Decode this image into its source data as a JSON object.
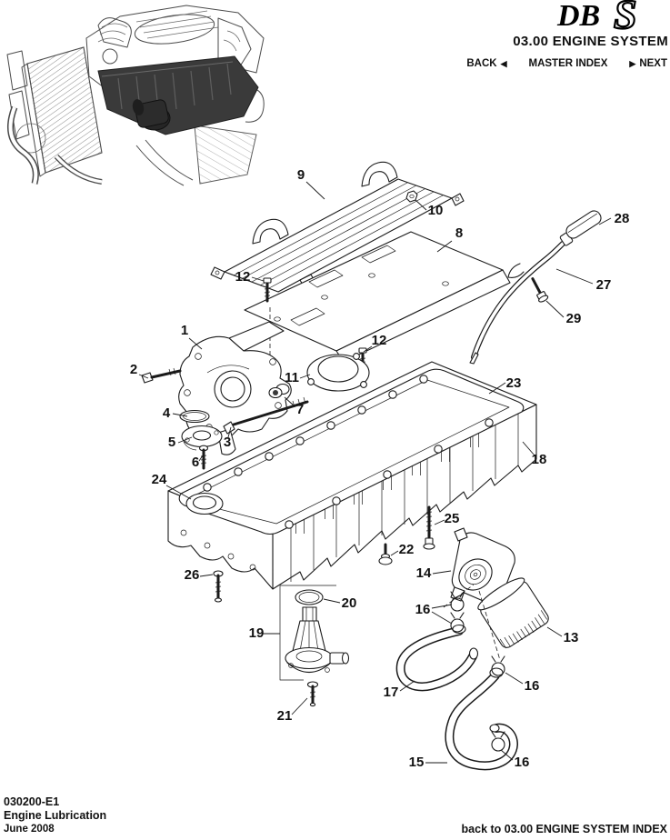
{
  "header": {
    "logo": {
      "db": "DB",
      "s": "S"
    },
    "title": "03.00 ENGINE SYSTEM",
    "nav": {
      "back": "BACK",
      "back_arrow": "◀",
      "master_index": "MASTER INDEX",
      "next_arrow": "▶",
      "next": "NEXT"
    }
  },
  "footer": {
    "doc_number": "030200-E1",
    "doc_title": "Engine Lubrication",
    "date": "June 2008",
    "back_link": "back to 03.00 ENGINE SYSTEM INDEX"
  },
  "colors": {
    "ink": "#1a1a1a",
    "highlight_sump": "#3a3a3a"
  },
  "diagram": {
    "thumbnail_icon": "engine-overview-illustration",
    "callouts": [
      {
        "label": "9"
      },
      {
        "label": "10"
      },
      {
        "label": "8"
      },
      {
        "label": "12"
      },
      {
        "label": "12"
      },
      {
        "label": "28"
      },
      {
        "label": "27"
      },
      {
        "label": "29"
      },
      {
        "label": "1"
      },
      {
        "label": "2"
      },
      {
        "label": "11"
      },
      {
        "label": "7"
      },
      {
        "label": "4"
      },
      {
        "label": "5"
      },
      {
        "label": "3"
      },
      {
        "label": "6"
      },
      {
        "label": "23"
      },
      {
        "label": "18"
      },
      {
        "label": "24"
      },
      {
        "label": "25"
      },
      {
        "label": "22"
      },
      {
        "label": "26"
      },
      {
        "label": "14"
      },
      {
        "label": "16"
      },
      {
        "label": "19"
      },
      {
        "label": "20"
      },
      {
        "label": "13"
      },
      {
        "label": "17"
      },
      {
        "label": "16"
      },
      {
        "label": "21"
      },
      {
        "label": "15"
      },
      {
        "label": "16"
      }
    ]
  }
}
